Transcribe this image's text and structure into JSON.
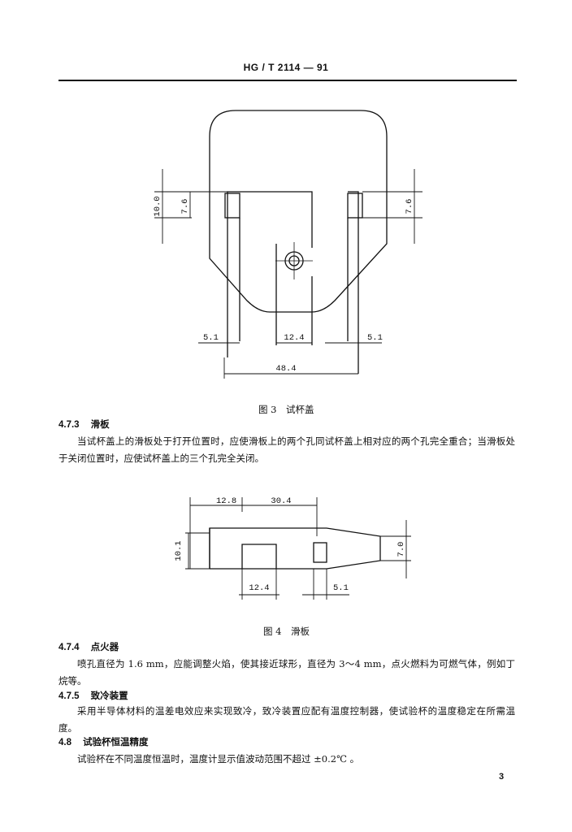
{
  "header": {
    "standard_code": "HG / T 2114 — 91"
  },
  "figure3": {
    "caption": "图 3　试杯盖",
    "dims": {
      "left_outer": "10.0",
      "left_inner": "7.6",
      "right_inner": "7.6",
      "bottom_left": "5.1",
      "bottom_mid": "12.4",
      "bottom_right": "5.1",
      "total": "48.4"
    }
  },
  "section_4_7_3": {
    "number": "4.7.3",
    "title": "滑板",
    "text": "当试杯盖上的滑板处于打开位置时，应使滑板上的两个孔同试杯盖上相对应的两个孔完全重合；当滑板处于关闭位置时，应使试杯盖上的三个孔完全关闭。"
  },
  "figure4": {
    "caption": "图 4　滑板",
    "dims": {
      "top_left": "12.8",
      "top_right": "30.4",
      "left": "10.1",
      "right": "7.0",
      "bottom_left": "12.4",
      "bottom_right": "5.1"
    }
  },
  "section_4_7_4": {
    "number": "4.7.4",
    "title": "点火器",
    "text": "喷孔直径为 1.6 mm，应能调整火焰，使其接近球形，直径为 3～4 mm，点火燃料为可燃气体，例如丁烷等。"
  },
  "section_4_7_5": {
    "number": "4.7.5",
    "title": "致冷装置",
    "text": "采用半导体材料的温差电效应来实现致冷，致冷装置应配有温度控制器，使试验杯的温度稳定在所需温度。"
  },
  "section_4_8": {
    "number": "4.8",
    "title": "试验杯恒温精度",
    "text": "试验杯在不同温度恒温时，温度计显示值波动范围不超过 ±0.2℃ 。"
  },
  "page_number": "3"
}
